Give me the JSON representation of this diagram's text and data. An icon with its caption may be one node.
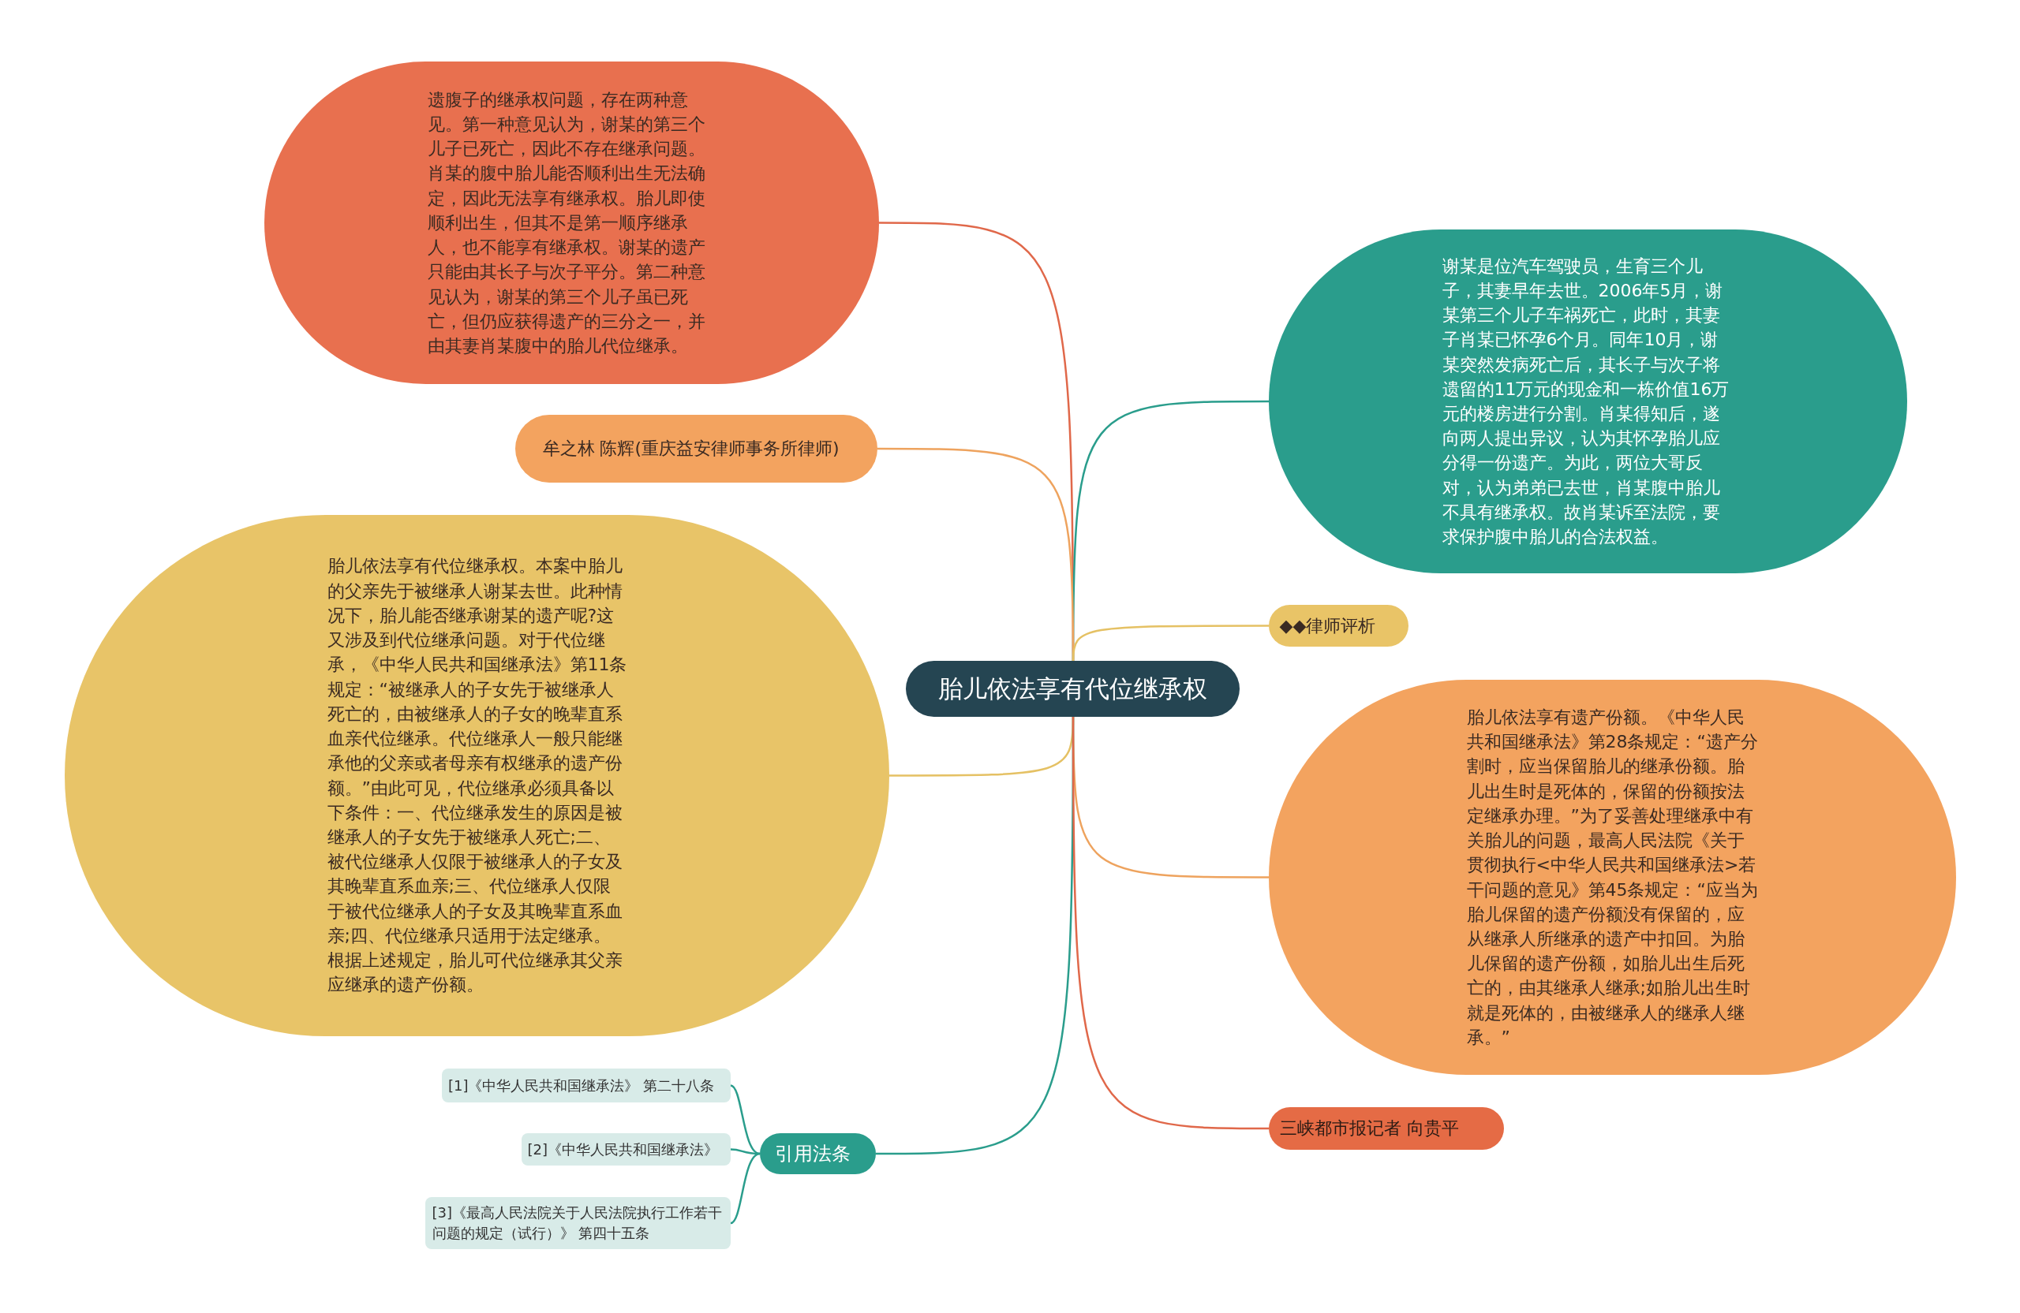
{
  "diagram": {
    "nodes": [
      {
        "text": [
          "胎儿依法享有代位继承权"
        ]
      },
      {
        "text": [
          "遗腹子的继承权问题，存在两种意见。第一种意见认为，谢某的第三个儿子已死亡，因此不存在继承问题。肖某的腹中胎儿能否顺利出生无法确定，因此无法享有继承权。胎儿即使顺利出生，但其不是第一顺序继承人，也不能享有继承权。谢某的遗产只能由其长子与次子平分。第二种意见认为，谢某的第三个儿子虽已死亡，但仍应获得遗产的三分之一，并由其妻肖某腹中的胎儿代位继承。"
        ]
      },
      {
        "text": [
          "谢某是位汽车驾驶员，生育三个儿子，其妻早年去世。2006年5月，谢某第三个儿子车祸死亡，此时，其妻子肖某已怀孕6个月。同年10月，谢某突然发病死亡后，其长子与次子将遗留的11万元的现金和一栋价值16万元的楼房进行分割。肖某得知后，遂向两人提出异议，认为其怀孕胎儿应分得一份遗产。为此，两位大哥反对，认为弟弟已去世，肖某腹中胎儿不具有继承权。故肖某诉至法院，要求保护腹中胎儿的合法权益。"
        ]
      },
      {
        "text": [
          "牟之林 陈辉(重庆益安律师事务所律师)"
        ]
      },
      {
        "text": [
          "◆◆律师评析"
        ]
      },
      {
        "text": [
          "胎儿依法享有代位继承权。本案中胎儿的父亲先于被继承人谢某去世。此种情况下，胎儿能否继承谢某的遗产呢?这又涉及到代位继承问题。对于代位继承，《中华人民共和国继承法》第11条规定：“被继承人的子女先于被继承人死亡的，由被继承人的子女的晚辈直系血亲代位继承。代位继承人一般只能继承他的父亲或者母亲有权继承的遗产份额。”由此可见，代位继承必须具备以下条件：一、代位继承发生的原因是被继承人的子女先于被继承人死亡;二、被代位继承人仅限于被继承人的子女及其晚辈直系血亲;三、代位继承人仅限于被代位继承人的子女及其晚辈直系血亲;四、代位继承只适用于法定继承。根据上述规定，胎儿可代位继承其父亲应继承的遗产份额。"
        ]
      },
      {
        "text": [
          "胎儿依法享有遗产份额。《中华人民共和国继承法》第28条规定：“遗产分割时，应当保留胎儿的继承份额。胎儿出生时是死体的，保留的份额按法定继承办理。”为了妥善处理继承中有关胎儿的问题，最高人民法院《关于贯彻执行<中华人民共和国继承法>若干问题的意见》第45条规定：“应当为胎儿保留的遗产份额没有保留的，应从继承人所继承的遗产中扣回。为胎儿保留的遗产份额，如胎儿出生后死亡的，由其继承人继承;如胎儿出生时就是死体的，由被继承人的继承人继承。”"
        ]
      },
      {
        "text": [
          "引用法条"
        ]
      },
      {
        "text": [
          "[1]《中华人民共和国继承法》 第二十八条"
        ]
      },
      {
        "text": [
          "[2]《中华人民共和国继承法》"
        ]
      },
      {
        "text": [
          "[3]《最高人民法院关于人民法院执行工作若干问题的规定（试行）》 第四十五条"
        ]
      },
      {
        "text": [
          "三峡都市报记者 向贵平"
        ]
      }
    ],
    "edges": [
      {
        "from": 0,
        "to": 1,
        "arrow": "none",
        "color": "#e0684a"
      },
      {
        "from": 0,
        "to": 2,
        "arrow": "none",
        "color": "#2a9d8c"
      },
      {
        "from": 0,
        "to": 3,
        "arrow": "none",
        "color": "#eea35e"
      },
      {
        "from": 0,
        "to": 4,
        "arrow": "none",
        "color": "#e5c164"
      },
      {
        "from": 0,
        "to": 5,
        "arrow": "none",
        "color": "#e5c164"
      },
      {
        "from": 0,
        "to": 6,
        "arrow": "none",
        "color": "#eea35e"
      },
      {
        "from": 0,
        "to": 7,
        "arrow": "none",
        "color": "#2a9d8c"
      },
      {
        "from": 0,
        "to": 11,
        "arrow": "none",
        "color": "#e0684a"
      },
      {
        "from": 7,
        "to": 8,
        "arrow": "none",
        "color": "#2a9d8c"
      },
      {
        "from": 7,
        "to": 9,
        "arrow": "none",
        "color": "#2a9d8c"
      },
      {
        "from": 7,
        "to": 10,
        "arrow": "none",
        "color": "#2a9d8c"
      }
    ]
  }
}
